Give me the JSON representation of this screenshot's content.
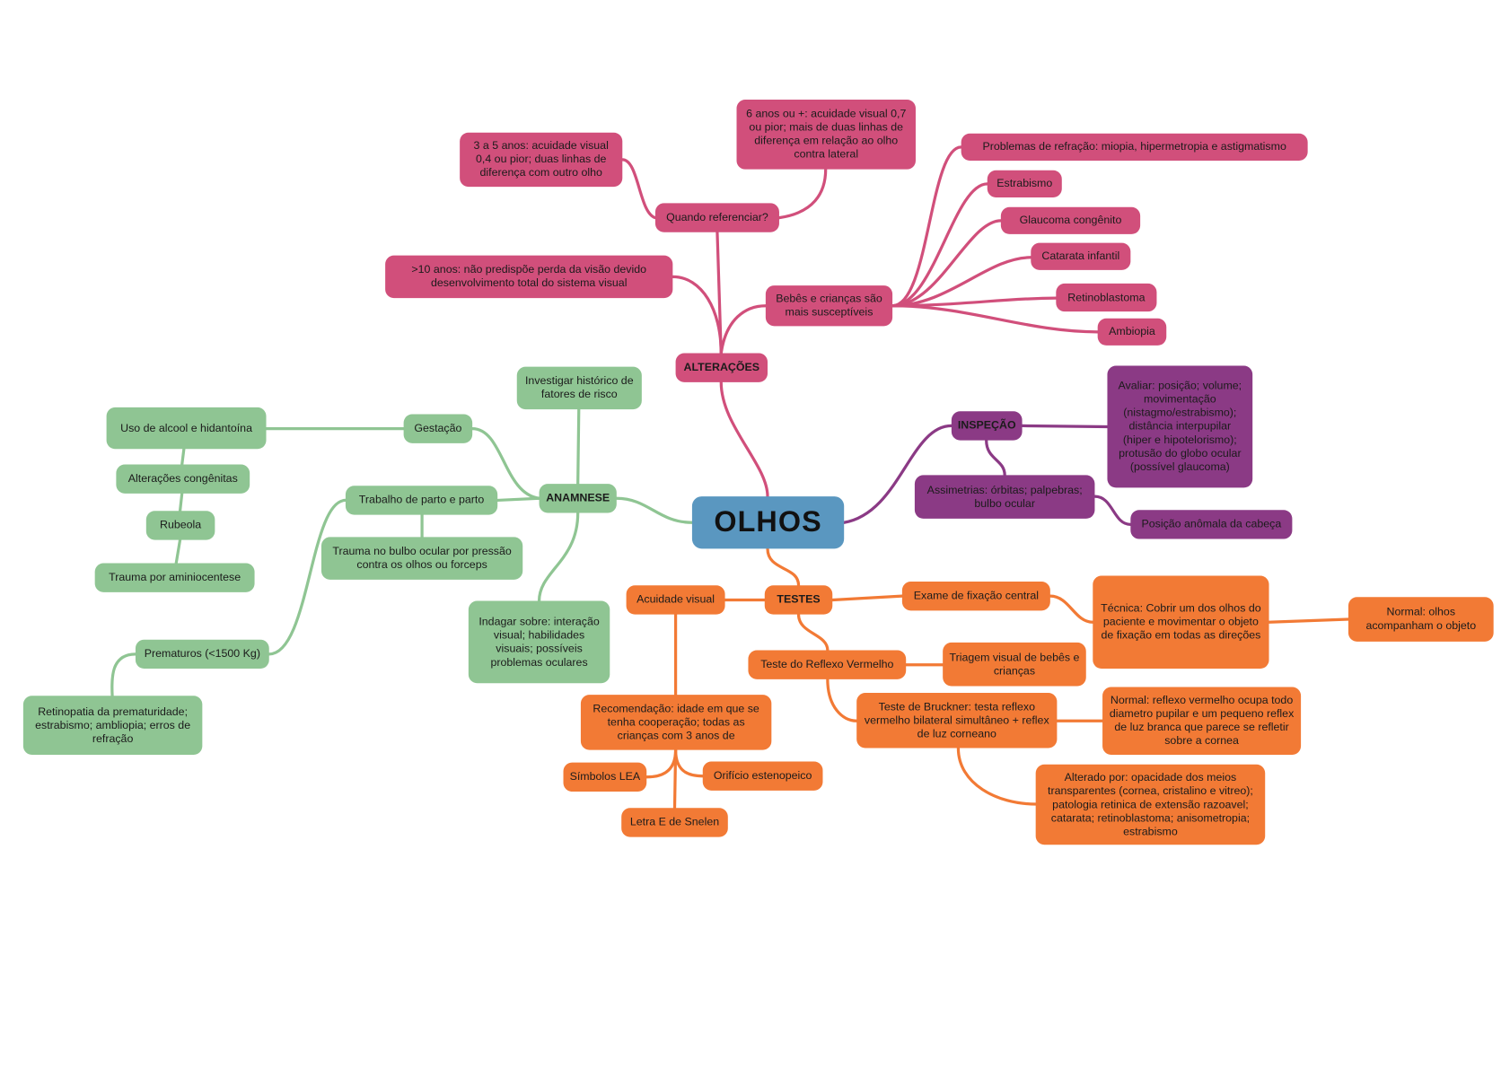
{
  "root": "OLHOS",
  "colors": {
    "alteracoes": "#d14f7b",
    "inspecao": "#8b3a85",
    "anamnese": "#8fc593",
    "testes": "#f27a35",
    "root": "#5a97c0"
  },
  "alteracoes": {
    "label": "ALTERAÇÕES",
    "quando": "Quando referenciar?",
    "tres_cinco": "3 a 5 anos: acuidade visual 0,4 ou pior; duas linhas de diferença com outro olho",
    "seis_mais": "6 anos ou +: acuidade visual 0,7 ou pior; mais de duas linhas de diferença em relação ao olho contra lateral",
    "dez_anos": ">10 anos: não predispõe perda da visão devido desenvolvimento total do sistema visual",
    "bebes": "Bebês e crianças são mais susceptíveis",
    "items": [
      "Problemas de refração: miopia, hipermetropia e astigmatismo",
      "Estrabismo",
      "Glaucoma congênito",
      "Catarata infantil",
      "Retinoblastoma",
      "Ambiopia"
    ]
  },
  "inspecao": {
    "label": "INSPEÇÃO",
    "avaliar": "Avaliar: posição; volume; movimentação (nistagmo/estrabismo); distância interpupilar (hiper e hipotelorismo); protusão do globo ocular (possível glaucoma)",
    "assimetrias": "Assimetrias: órbitas; palpebras; bulbo ocular",
    "posicao": "Posição anômala da cabeça"
  },
  "anamnese": {
    "label": "ANAMNESE",
    "investigar": "Investigar histórico de fatores de risco",
    "gestacao": "Gestação",
    "uso": "Uso de alcool e hidantoína",
    "congenitas": "Alterações congênitas",
    "rubeola": "Rubeola",
    "aminio": "Trauma por aminiocentese",
    "trabalho": "Trabalho de parto e parto",
    "trauma_bulbo": "Trauma no bulbo ocular por pressão contra os olhos ou forceps",
    "prematuros": "Prematuros (<1500 Kg)",
    "retinopatia": "Retinopatia da prematuridade; estrabismo; ambliopia; erros de refração",
    "indagar": "Indagar sobre: interação visual; habilidades visuais; possíveis problemas oculares"
  },
  "testes": {
    "label": "TESTES",
    "acuidade": "Acuidade visual",
    "recomendacao": "Recomendação: idade em que se tenha cooperação; todas as crianças com 3 anos de",
    "simbolos": "Símbolos LEA",
    "orificio": "Orifício estenopeico",
    "letra": "Letra E de Snelen",
    "fixacao": "Exame de fixação central",
    "tecnica": "Técnica: Cobrir um dos olhos do paciente e movimentar o objeto de fixação em todas as direções",
    "normal_olhos": "Normal: olhos acompanham o objeto",
    "reflexo": "Teste do Reflexo Vermelho",
    "triagem": "Triagem visual de bebês e crianças",
    "bruckner": "Teste de Bruckner: testa reflexo vermelho bilateral simultâneo + reflex de luz corneano",
    "normal_reflexo": "Normal: reflexo vermelho ocupa todo diametro pupilar e um pequeno reflex de luz branca que parece se refletir sobre a cornea",
    "alterado": "Alterado por: opacidade dos meios transparentes (cornea, cristalino e vitreo); patologia retinica de extensão razoavel; catarata; retinoblastoma; anisometropia; estrabismo"
  }
}
